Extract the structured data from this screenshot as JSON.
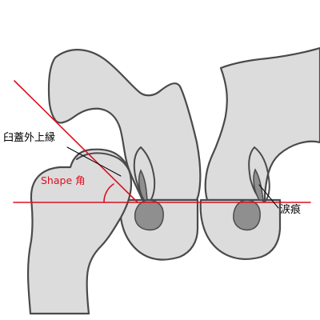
{
  "diagram": {
    "labels": {
      "acetabular_edge": "臼蓋外上縁",
      "shape_angle": "Shape 角",
      "teardrop": "涙痕"
    },
    "colors": {
      "bone_fill": "#dcdcdc",
      "bone_outline": "#4a4a4a",
      "teardrop_fill": "#8f8f8f",
      "measurement_line": "#dd0f20"
    }
  }
}
